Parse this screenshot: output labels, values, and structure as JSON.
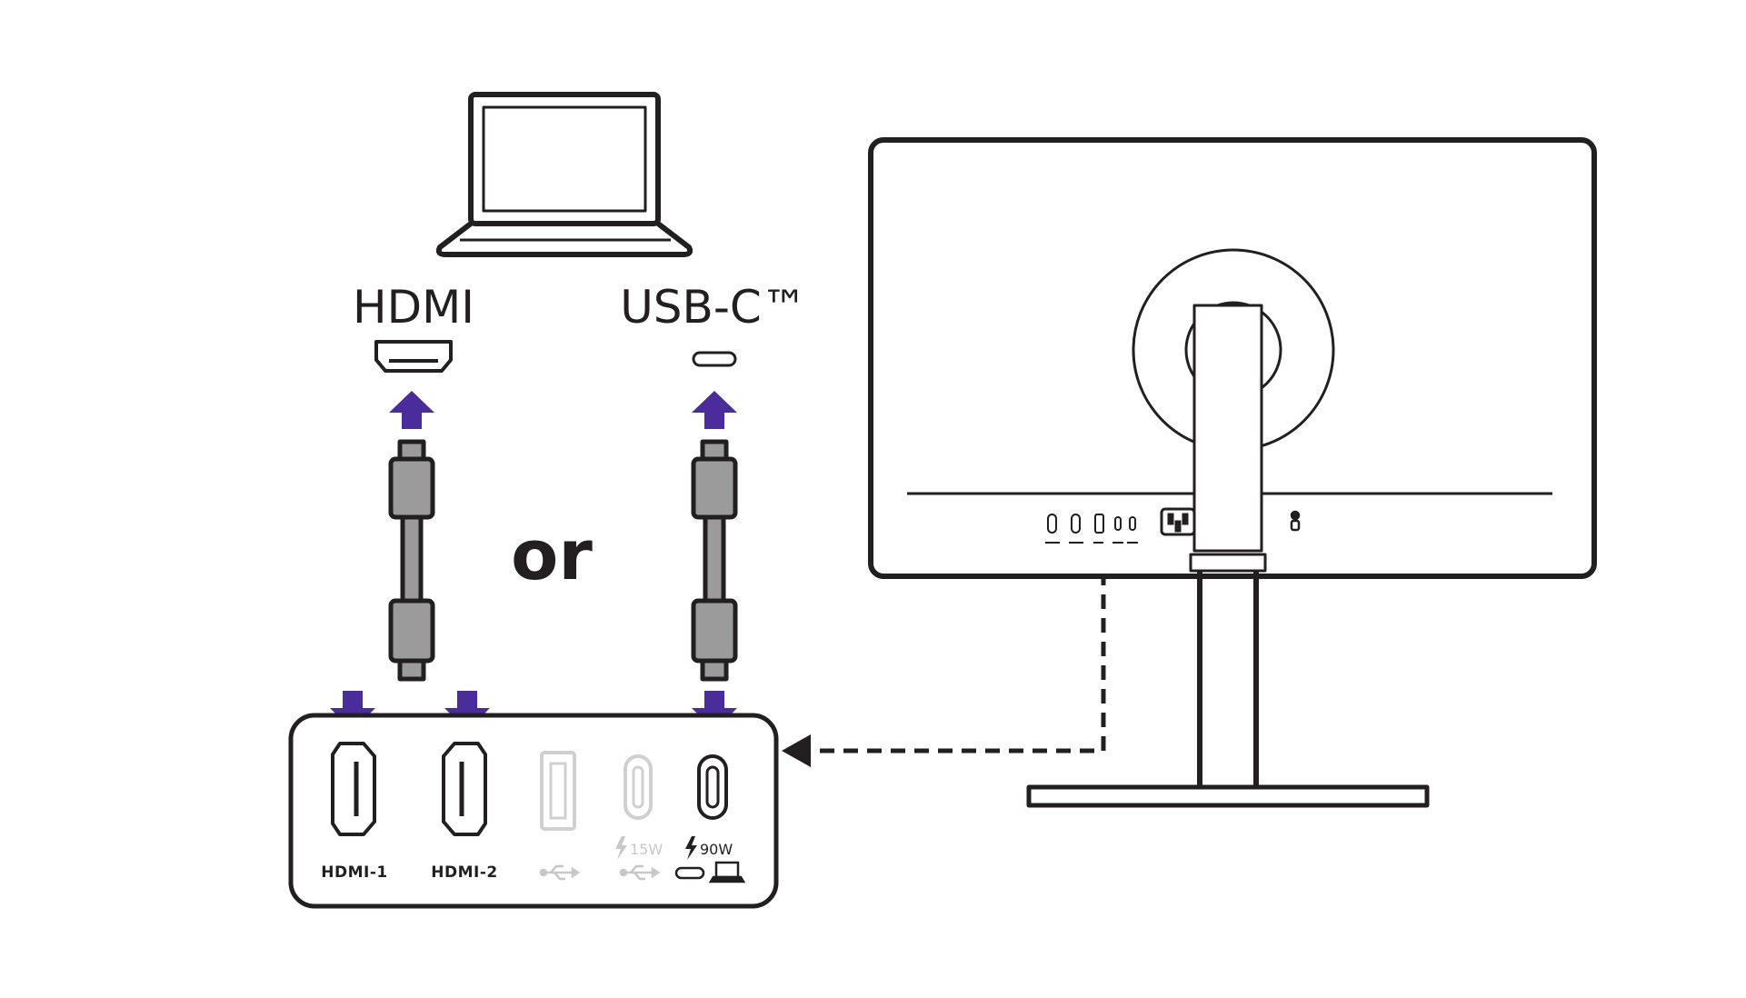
{
  "labels": {
    "hdmi": "HDMI",
    "usbc": "USB-C™",
    "or": "or"
  },
  "ports": {
    "hdmi1": "HDMI-1",
    "hdmi2": "HDMI-2",
    "watt15": "15W",
    "watt90": "90W"
  },
  "colors": {
    "line": "#231f20",
    "arrow": "#4a2c9b",
    "cable_gray": "#9b9b9b",
    "dim": "#d0d0d0"
  },
  "icons": [
    "laptop-icon",
    "hdmi-port-icon",
    "usbc-port-icon",
    "cable-icon",
    "up-arrow-icon",
    "down-arrow-icon",
    "usb-symbol-icon",
    "lightning-icon",
    "monitor-icon",
    "kensington-lock-icon",
    "power-socket-icon"
  ]
}
